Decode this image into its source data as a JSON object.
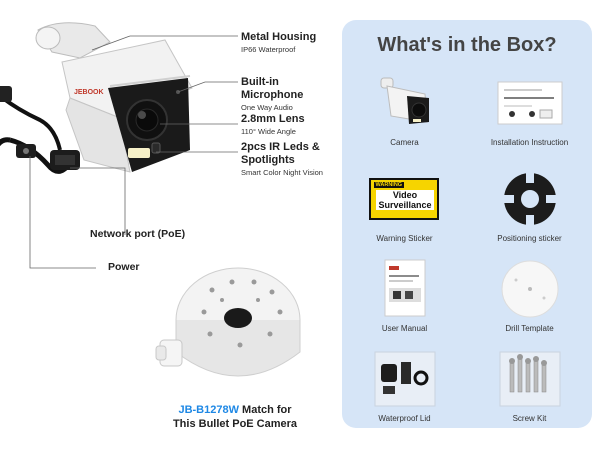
{
  "product": {
    "callouts": [
      {
        "title": "Metal Housing",
        "sub": "IP66 Waterproof"
      },
      {
        "title": "Built-in Microphone",
        "sub": "One Way Audio"
      },
      {
        "title": "2.8mm Lens",
        "sub": "110° Wide Angle"
      },
      {
        "title": "2pcs IR Leds & Spotlights",
        "sub": "Smart Color Night Vision"
      }
    ],
    "network_port_label": "Network port (PoE)",
    "power_label": "Power",
    "junction_box": {
      "model": "JB-B1278W",
      "caption_rest": " Match for",
      "caption_line2": "This Bullet PoE Camera"
    }
  },
  "box": {
    "title": "What's in the Box?",
    "items": [
      {
        "label": "Camera",
        "icon": "camera-icon"
      },
      {
        "label": "Installation Instruction",
        "icon": "instruction-sheet-icon"
      },
      {
        "label": "Warning Sticker",
        "icon": "warning-sticker-icon"
      },
      {
        "label": "Positioning sticker",
        "icon": "positioning-sticker-icon"
      },
      {
        "label": "User Manual",
        "icon": "user-manual-icon"
      },
      {
        "label": "Drill Template",
        "icon": "drill-template-icon"
      },
      {
        "label": "Waterproof Lid",
        "icon": "waterproof-lid-icon"
      },
      {
        "label": "Screw Kit",
        "icon": "screw-kit-icon"
      }
    ],
    "warning_sticker": {
      "word": "WARNING",
      "line1": "Video",
      "line2": "Surveillance"
    }
  },
  "colors": {
    "panel": "#d6e5f7",
    "accent": "#1e88e5",
    "camera_body": "#f2f2f2",
    "lens_face": "#1a1a1a"
  }
}
